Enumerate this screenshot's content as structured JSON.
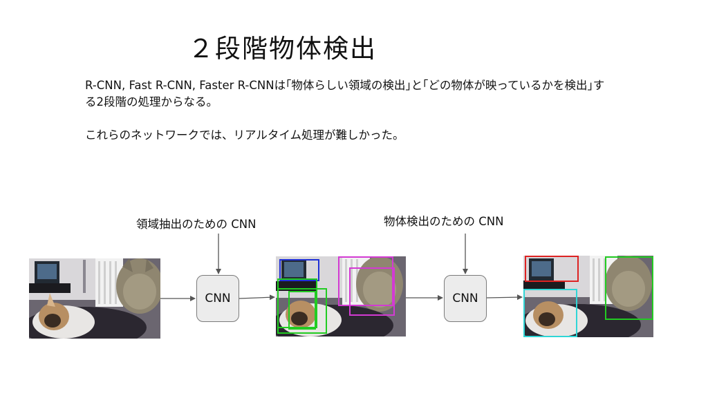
{
  "slide": {
    "title": "２段階物体検出",
    "paragraph_1": "R-CNN, Fast R-CNN,  Faster R-CNNは｢物体らしい領域の検出｣と｢どの物体が映っているかを検出｣する2段階の処理からなる。",
    "paragraph_2": "これらのネットワークでは、リアルタイム処理が難しかった。"
  },
  "diagram": {
    "label_region_cnn": "領域抽出のための CNN",
    "label_detect_cnn": "物体検出のための CNN",
    "cnn_1": "CNN",
    "cnn_2": "CNN"
  },
  "colors": {
    "blue": "#1f2fd6",
    "green": "#22cc22",
    "magenta": "#d33ad3",
    "red": "#dd2222",
    "cyan": "#2fd6d6",
    "arrow": "#555555"
  }
}
